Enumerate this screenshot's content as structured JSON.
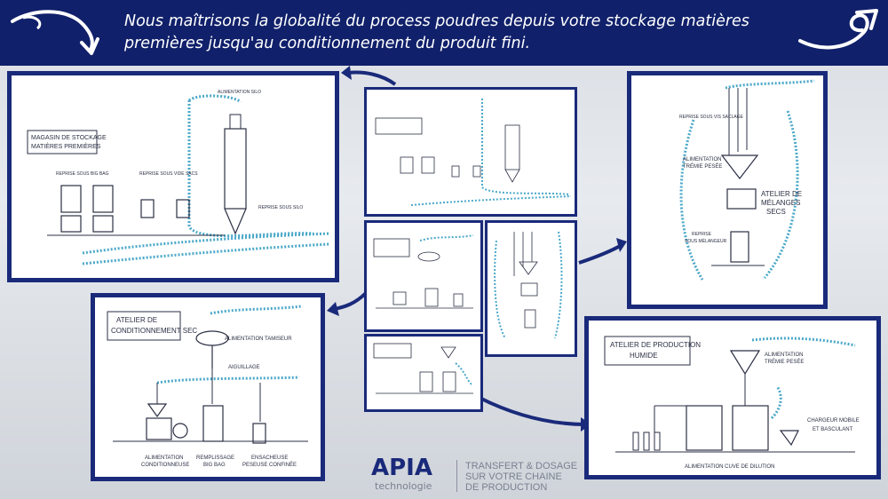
{
  "header": {
    "line1": "Nous maîtrisons la globalité du process poudres depuis votre stockage matières",
    "line2": "premières jusqu'au conditionnement du produit fini."
  },
  "panels": {
    "storage": {
      "title1": "MAGASIN DE STOCKAGE",
      "title2": "MATIÈRES PREMIÈRES",
      "silo_feed": "ALIMENTATION SILO",
      "bigbag": "REPRISE SOUS BIG BAG",
      "sacks": "REPRISE SOUS VIDE SACS",
      "silo_out": "REPRISE SOUS SILO"
    },
    "packaging": {
      "title1": "ATELIER DE",
      "title2": "CONDITIONNEMENT SEC",
      "sieve": "ALIMENTATION TAMISEUR",
      "switch": "AIGUILLAGE",
      "feed": "ALIMENTATION",
      "feed2": "CONDITIONNEUSE",
      "fill": "REMPLISSAGE",
      "fill2": "BIG BAG",
      "bagging": "ENSACHEUSE",
      "bagging2": "PESEUSE CONFINÉE"
    },
    "dry_mix": {
      "rework": "REPRISE SOUS VIS SACLAGE",
      "hopper": "ALIMENTATION",
      "hopper2": "TRÉMIE PESÉE",
      "title1": "ATELIER DE",
      "title2": "MÉLANGES",
      "title3": "SECS",
      "mixer": "REPRISE",
      "mixer2": "SOUS MÉLANGEUR"
    },
    "wet": {
      "title1": "ATELIER DE PRODUCTION",
      "title2": "HUMIDE",
      "hopper": "ALIMENTATION",
      "hopper2": "TRÉMIE PESÉE",
      "loader": "CHARGEUR MOBILE",
      "loader2": "ET BASCULANT",
      "tank": "ALIMENTATION CUVE DE DILUTION"
    }
  },
  "footer": {
    "logo": "APIA",
    "logo_sub": "technologie",
    "tag1": "TRANSFERT & DOSAGE",
    "tag2": "SUR VOTRE CHAINE",
    "tag3": "DE PRODUCTION"
  },
  "colors": {
    "navy": "#10206a",
    "frame": "#1a2a7a",
    "pipe": "#4aa8c8",
    "ink": "#2b2f44"
  }
}
